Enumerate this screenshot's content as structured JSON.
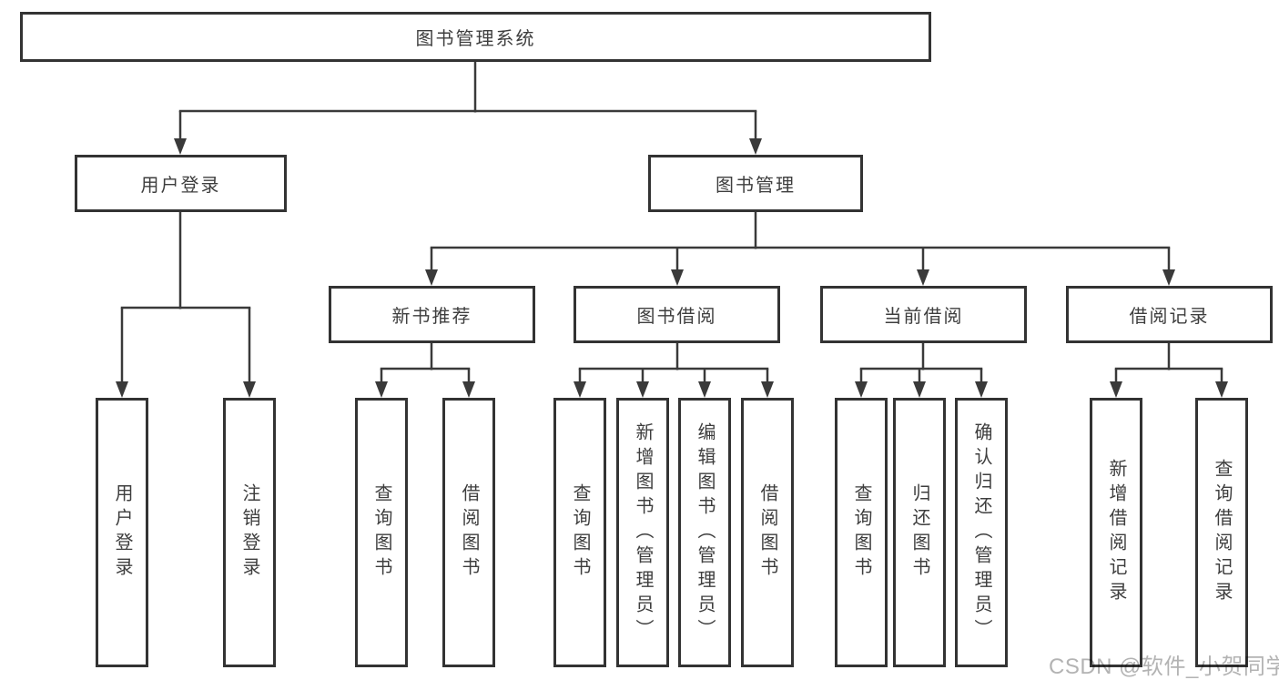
{
  "colors": {
    "line": "#3a3a3a",
    "box-border": "#333333",
    "box-fill": "#ffffff",
    "text": "#3e3e3e",
    "watermark": "#b3b3b3",
    "background": "#ffffff"
  },
  "nodes": {
    "root": "图书管理系统",
    "user_login": "用户登录",
    "book_mgmt": "图书管理",
    "new_books": "新书推荐",
    "book_borrow": "图书借阅",
    "current_borrow": "当前借阅",
    "borrow_records": "借阅记录",
    "ul_user_login": "用户登录",
    "ul_logout": "注销登录",
    "nb_query_books": "查询图书",
    "nb_borrow_books": "借阅图书",
    "bb_query_books": "查询图书",
    "bb_add_books": "新增图书（管理员）",
    "bb_edit_books": "编辑图书（管理员）",
    "bb_borrow_books": "借阅图书",
    "cb_query_books": "查询图书",
    "cb_return_books": "归还图书",
    "cb_confirm_return": "确认归还（管理员）",
    "br_add_record": "新增借阅记录",
    "br_query_record": "查询借阅记录"
  },
  "watermark": "CSDN @软件_小贺同学"
}
